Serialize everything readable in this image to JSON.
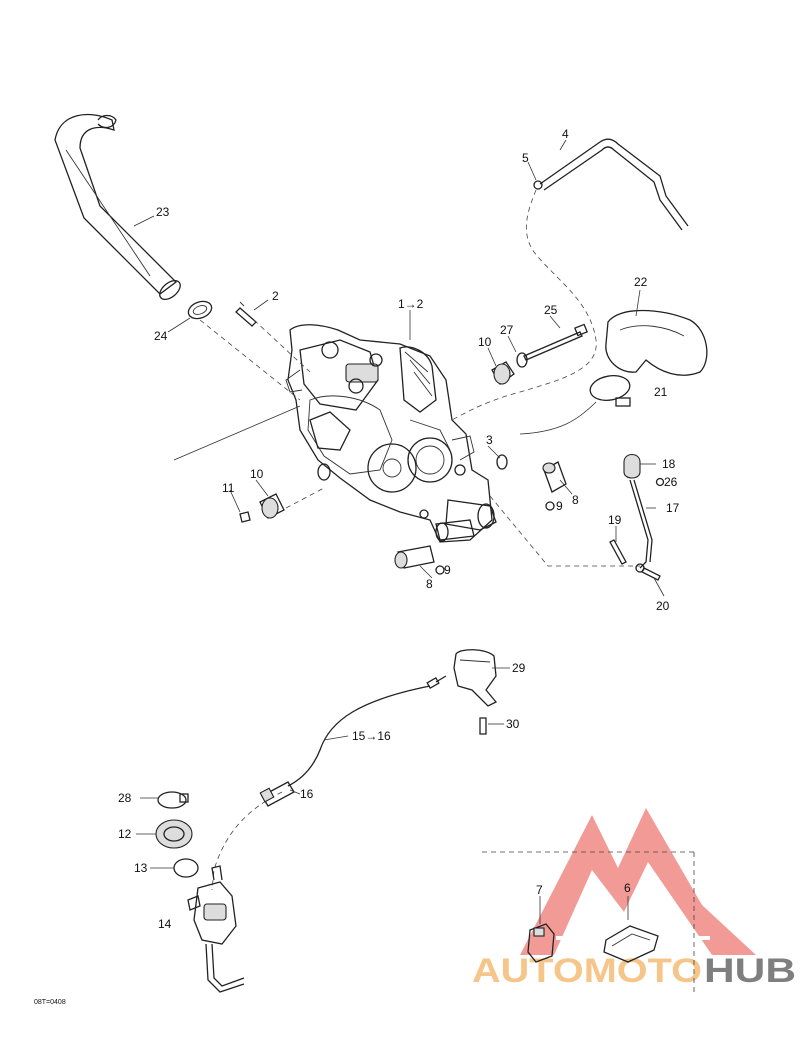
{
  "diagram_code": "08T=0408",
  "watermark": "AUTOMOTOHUB",
  "colors": {
    "watermark_logo": "#f08a84",
    "watermark_auto_moto": "#f5c58a",
    "watermark_hub": "#7f7f7f",
    "line": "#222222"
  },
  "callouts": [
    {
      "label": "1→2"
    },
    {
      "label": "2"
    },
    {
      "label": "3"
    },
    {
      "label": "4"
    },
    {
      "label": "5"
    },
    {
      "label": "6"
    },
    {
      "label": "7"
    },
    {
      "label": "8"
    },
    {
      "label": "8"
    },
    {
      "label": "9"
    },
    {
      "label": "9"
    },
    {
      "label": "10"
    },
    {
      "label": "10"
    },
    {
      "label": "11"
    },
    {
      "label": "12"
    },
    {
      "label": "13"
    },
    {
      "label": "14"
    },
    {
      "label": "15→16"
    },
    {
      "label": "16"
    },
    {
      "label": "17"
    },
    {
      "label": "18"
    },
    {
      "label": "19"
    },
    {
      "label": "20"
    },
    {
      "label": "21"
    },
    {
      "label": "22"
    },
    {
      "label": "23"
    },
    {
      "label": "24"
    },
    {
      "label": "25"
    },
    {
      "label": "26"
    },
    {
      "label": "27"
    },
    {
      "label": "28"
    },
    {
      "label": "29"
    },
    {
      "label": "30"
    }
  ]
}
